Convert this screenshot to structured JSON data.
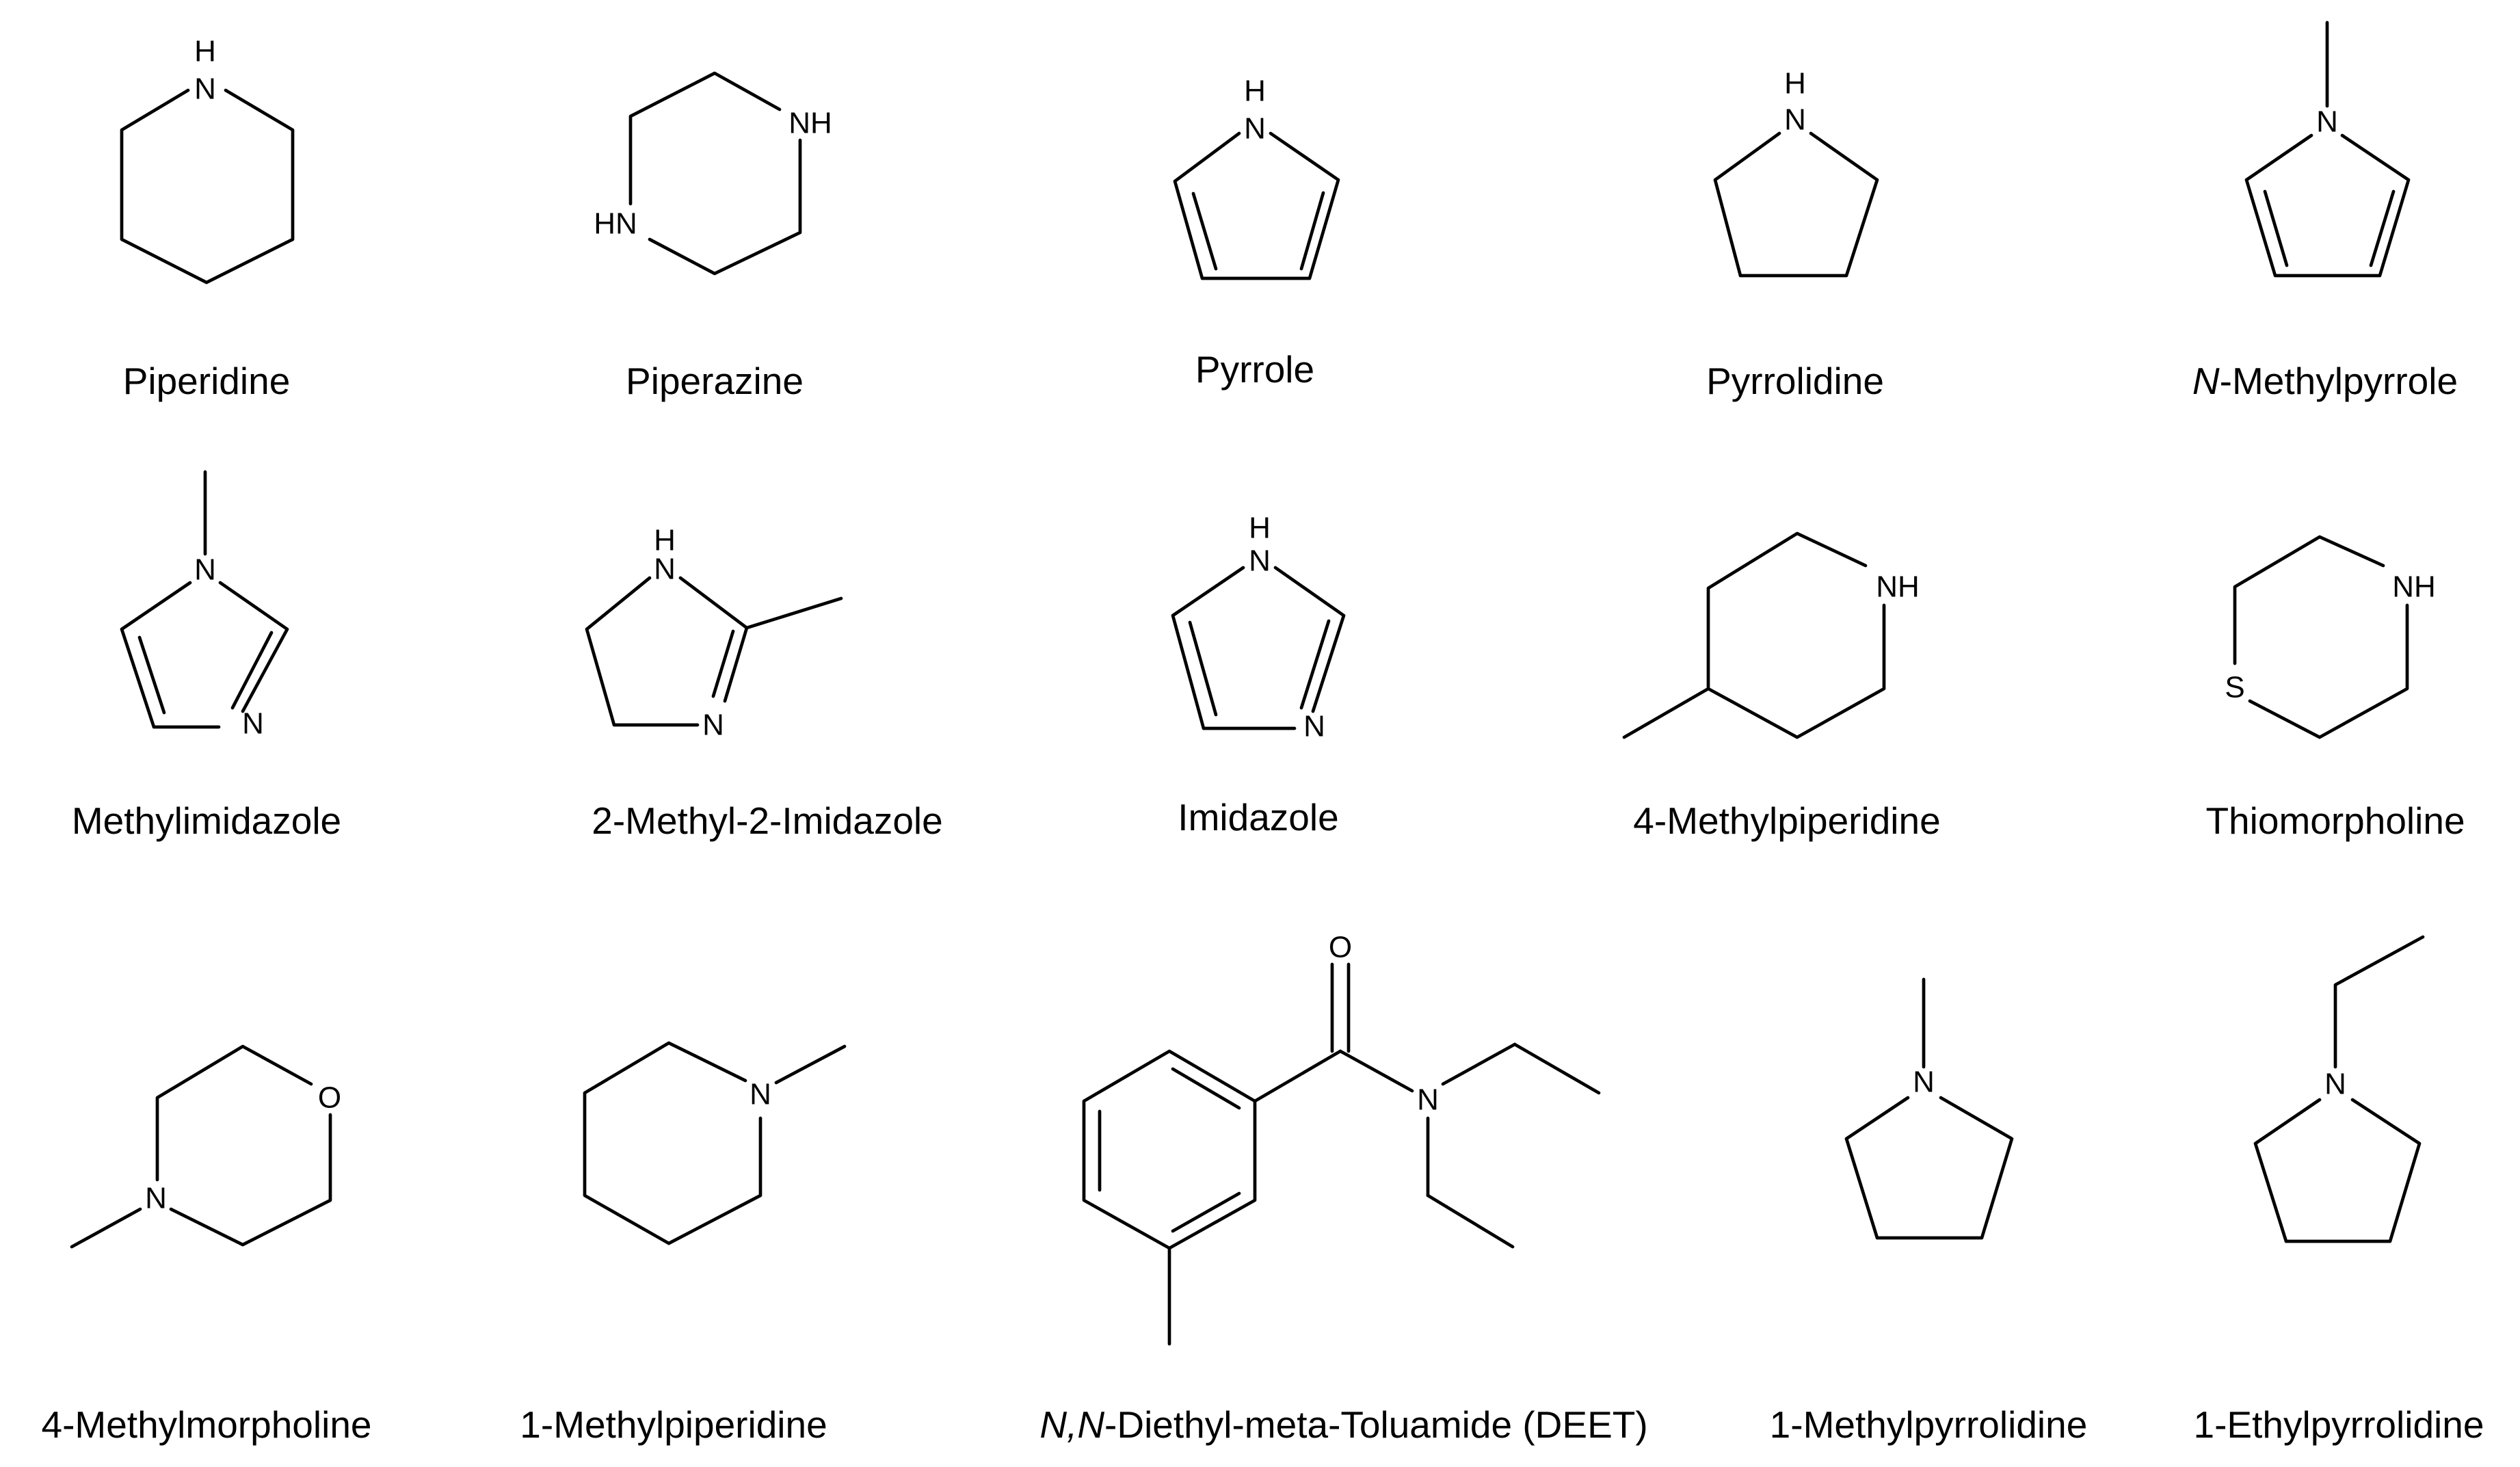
{
  "compounds": [
    {
      "name": "Piperidine"
    },
    {
      "name": "Piperazine"
    },
    {
      "name": "Pyrrole"
    },
    {
      "name": "Pyrrolidine"
    },
    {
      "name_italic": "N",
      "name_rest": "-Methylpyrrole"
    },
    {
      "name": "Methylimidazole"
    },
    {
      "name": "2-Methyl-2-Imidazole"
    },
    {
      "name": "Imidazole"
    },
    {
      "name": "4-Methylpiperidine"
    },
    {
      "name": "Thiomorpholine"
    },
    {
      "name": "4-Methylmorpholine"
    },
    {
      "name": "1-Methylpiperidine"
    },
    {
      "name_italic": "N,N",
      "name_rest": "-Diethyl-meta-Toluamide (DEET)"
    },
    {
      "name": "1-Methylpyrrolidine"
    },
    {
      "name": "1-Ethylpyrrolidine"
    }
  ],
  "atom_labels": {
    "nh": "NH",
    "hn": "HN",
    "n": "N",
    "h": "H",
    "s": "S",
    "o": "O"
  }
}
